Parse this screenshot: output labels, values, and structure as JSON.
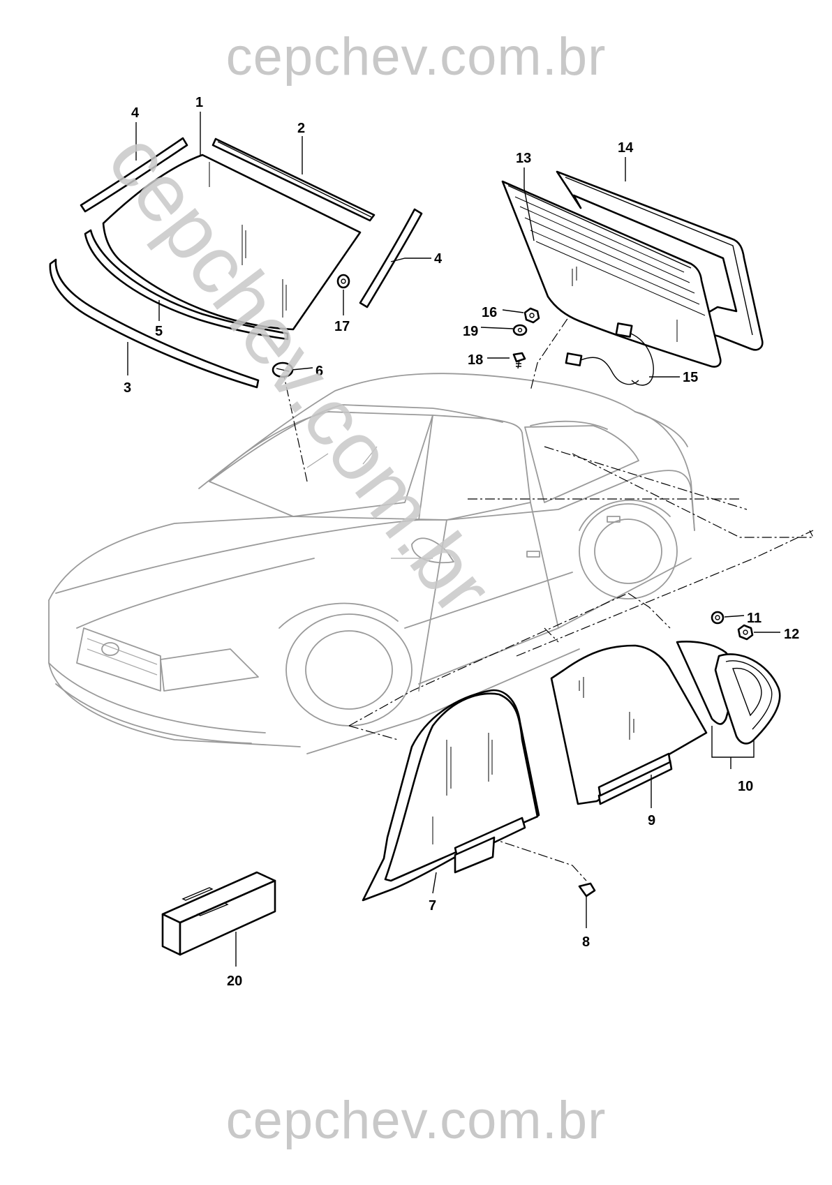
{
  "watermark": {
    "top": "cepchev.com.br",
    "bottom": "cepchev.com.br",
    "diagonal": "cepchev.com.br"
  },
  "callouts": {
    "c1": "1",
    "c2": "2",
    "c3": "3",
    "c4a": "4",
    "c4b": "4",
    "c5": "5",
    "c6": "6",
    "c7": "7",
    "c8": "8",
    "c9": "9",
    "c10": "10",
    "c11": "11",
    "c12": "12",
    "c13": "13",
    "c14": "14",
    "c15": "15",
    "c16": "16",
    "c17": "17",
    "c18": "18",
    "c19": "19",
    "c20": "20"
  },
  "colors": {
    "line": "#000000",
    "car": "#9a9a9a",
    "watermark": "#c8c8c8",
    "background": "#ffffff"
  }
}
